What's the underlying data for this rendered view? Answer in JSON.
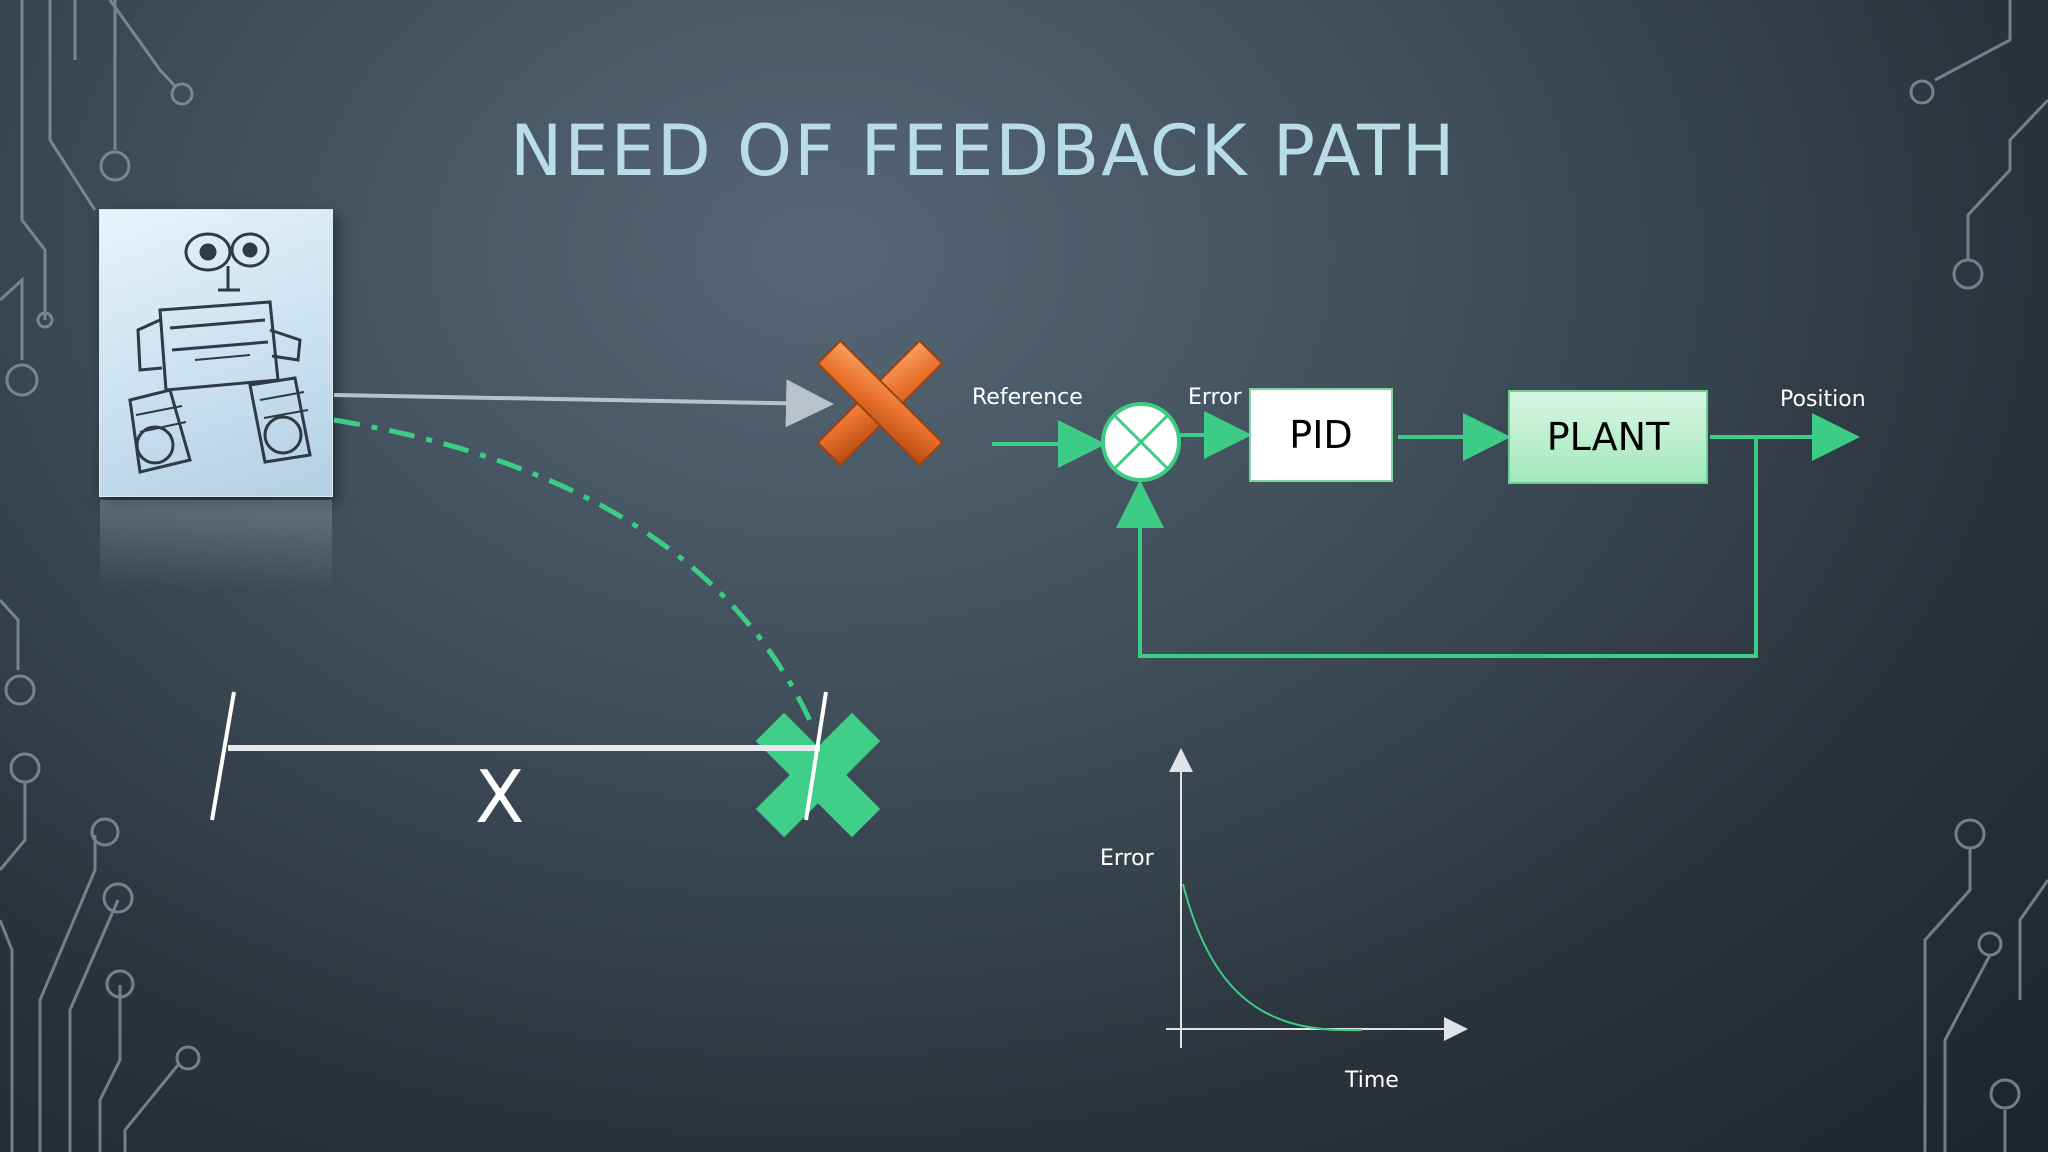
{
  "slide": {
    "title": "NEED OF FEEDBACK PATH"
  },
  "distance": {
    "label": "X"
  },
  "block_diagram": {
    "reference_label": "Reference",
    "error_label": "Error",
    "controller_label": "PID",
    "plant_label": "PLANT",
    "output_label": "Position"
  },
  "error_plot": {
    "y_axis_label": "Error",
    "x_axis_label": "Time"
  },
  "colors": {
    "title": "#b8dde6",
    "accent_green": "#3dcc85",
    "reject_orange": "#e8702a",
    "target_green": "#3fcf88"
  },
  "icons": {
    "robot": "robot-illustration",
    "wrong_target": "orange-x-icon",
    "correct_target": "green-x-icon"
  }
}
